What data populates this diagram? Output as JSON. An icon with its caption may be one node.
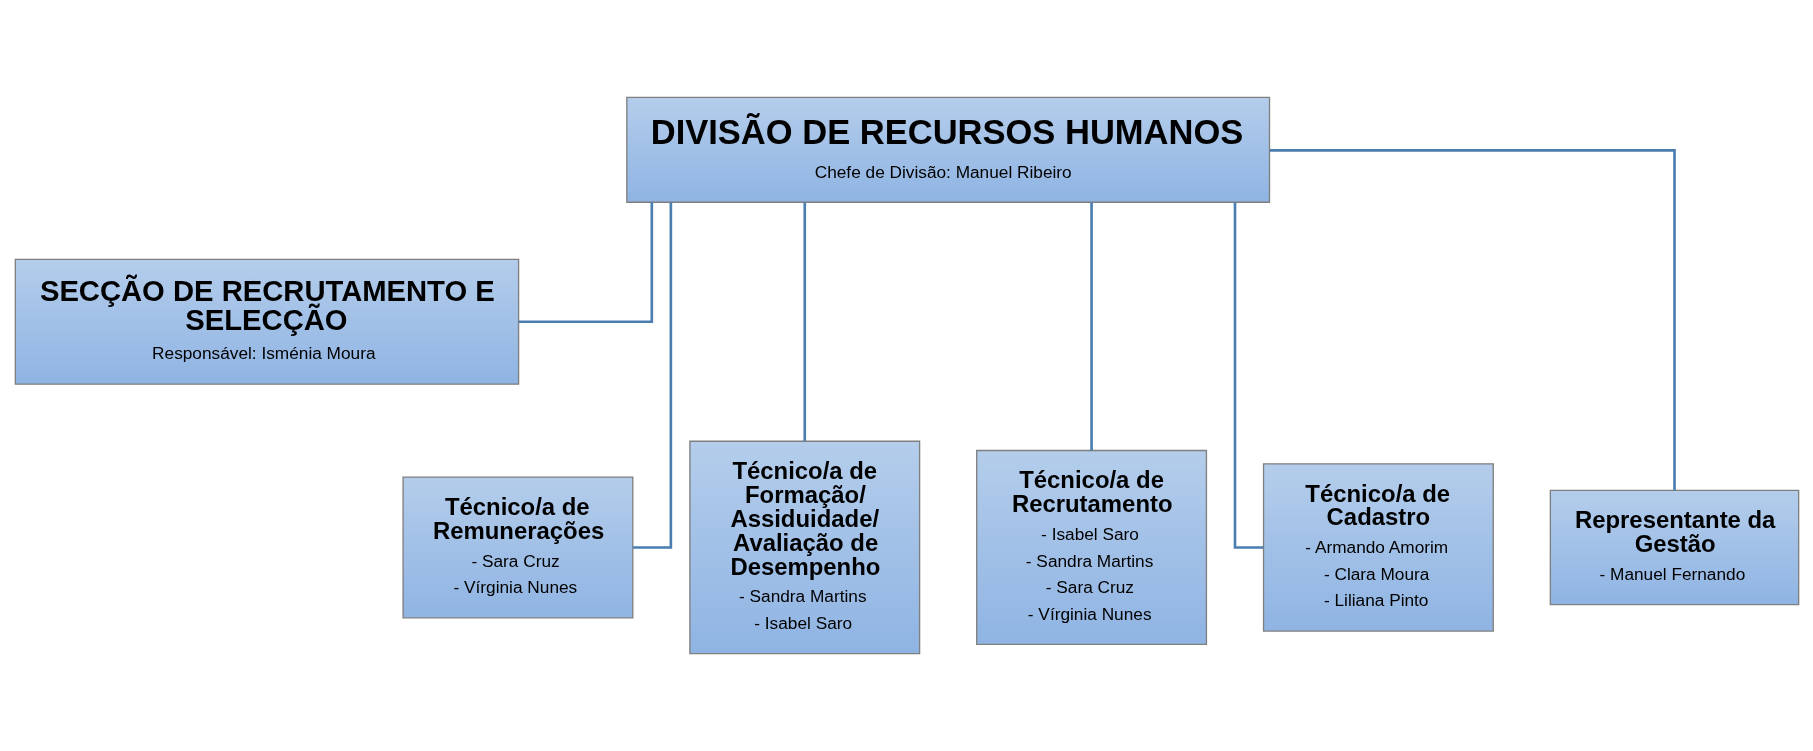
{
  "diagram": {
    "nodes": [
      {
        "text": [
          "DIVISÃO DE RECURSOS HUMANOS",
          "Chefe de Divisão: Manuel Ribeiro"
        ]
      },
      {
        "text": [
          "SECÇÃO DE RECRUTAMENTO E SELECÇÃO",
          "Responsável: Isménia Moura"
        ]
      },
      {
        "text": [
          "Técnico/a de Remunerações",
          "- Sara Cruz",
          "- Vírginia Nunes"
        ]
      },
      {
        "text": [
          "Técnico/a de Formação/ Assiduidade/ Avaliação de Desempenho",
          "- Sandra Martins",
          "- Isabel Saro"
        ]
      },
      {
        "text": [
          "Técnico/a de Recrutamento",
          "- Isabel Saro",
          "- Sandra Martins",
          "- Sara Cruz",
          "- Vírginia Nunes"
        ]
      },
      {
        "text": [
          "Técnico/a de Cadastro",
          "- Armando Amorim",
          "- Clara Moura",
          "- Liliana Pinto"
        ]
      },
      {
        "text": [
          "Representante da Gestão",
          "- Manuel Fernando"
        ]
      }
    ],
    "edges": [
      {
        "from": 0,
        "to": 1,
        "arrow": "none"
      },
      {
        "from": 0,
        "to": 2,
        "arrow": "none"
      },
      {
        "from": 0,
        "to": 3,
        "arrow": "none"
      },
      {
        "from": 0,
        "to": 4,
        "arrow": "none"
      },
      {
        "from": 0,
        "to": 5,
        "arrow": "none"
      },
      {
        "from": 0,
        "to": 6,
        "arrow": "none"
      }
    ]
  }
}
